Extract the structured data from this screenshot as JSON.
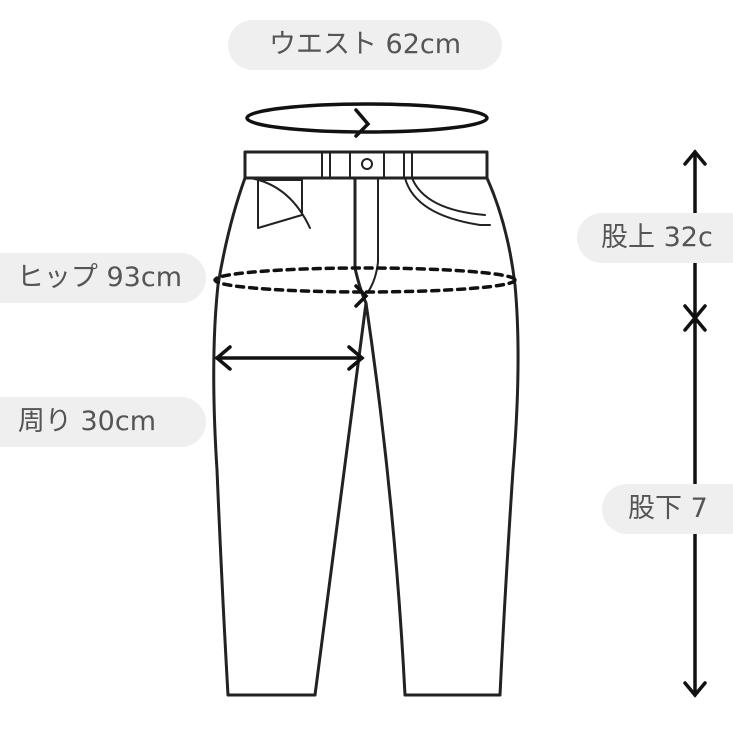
{
  "labels": {
    "waist": "ウエスト 62cm",
    "hip": "ヒップ 93cm",
    "thigh": "周り 30cm",
    "rise": "股上 32c",
    "inseam": "股下 7"
  },
  "colors": {
    "line": "#222222",
    "pill": "#efefef",
    "text": "#555555"
  }
}
